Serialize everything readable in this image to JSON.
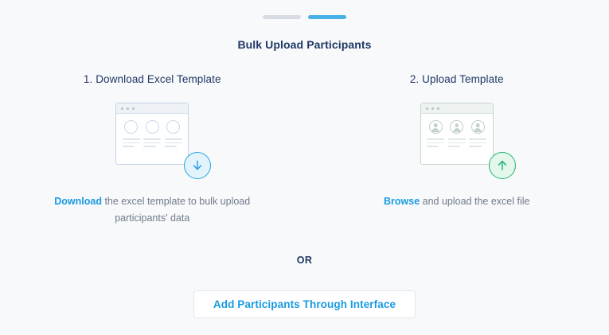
{
  "progress": {
    "steps": [
      {
        "label": "step-1",
        "active": false
      },
      {
        "label": "step-2",
        "active": true
      }
    ]
  },
  "header": {
    "title": "Bulk Upload Participants"
  },
  "columns": [
    {
      "key": "download",
      "heading": "1. Download Excel Template",
      "illustration": {
        "icon": "window-with-download-arrow-icon",
        "badge_icon": "download-arrow-icon",
        "accent": "#29a3e0"
      },
      "caption": {
        "link": "Download",
        "text": " the excel template to bulk upload participants' data"
      }
    },
    {
      "key": "upload",
      "heading": "2. Upload Template",
      "illustration": {
        "icon": "window-with-people-upload-icon",
        "badge_icon": "upload-arrow-icon",
        "accent": "#22b573"
      },
      "caption": {
        "link": "Browse",
        "text": " and upload the excel file"
      }
    }
  ],
  "divider": {
    "label": "OR"
  },
  "cta": {
    "label": "Add Participants Through Interface"
  },
  "colors": {
    "background": "#f8f9fb",
    "title": "#1f3864",
    "link": "#1a9ae0",
    "caption": "#6f7b8a",
    "step_active": "#47b1e8",
    "step_inactive": "#d7dbe3",
    "download_accent": "#29a3e0",
    "upload_accent": "#22b573"
  }
}
